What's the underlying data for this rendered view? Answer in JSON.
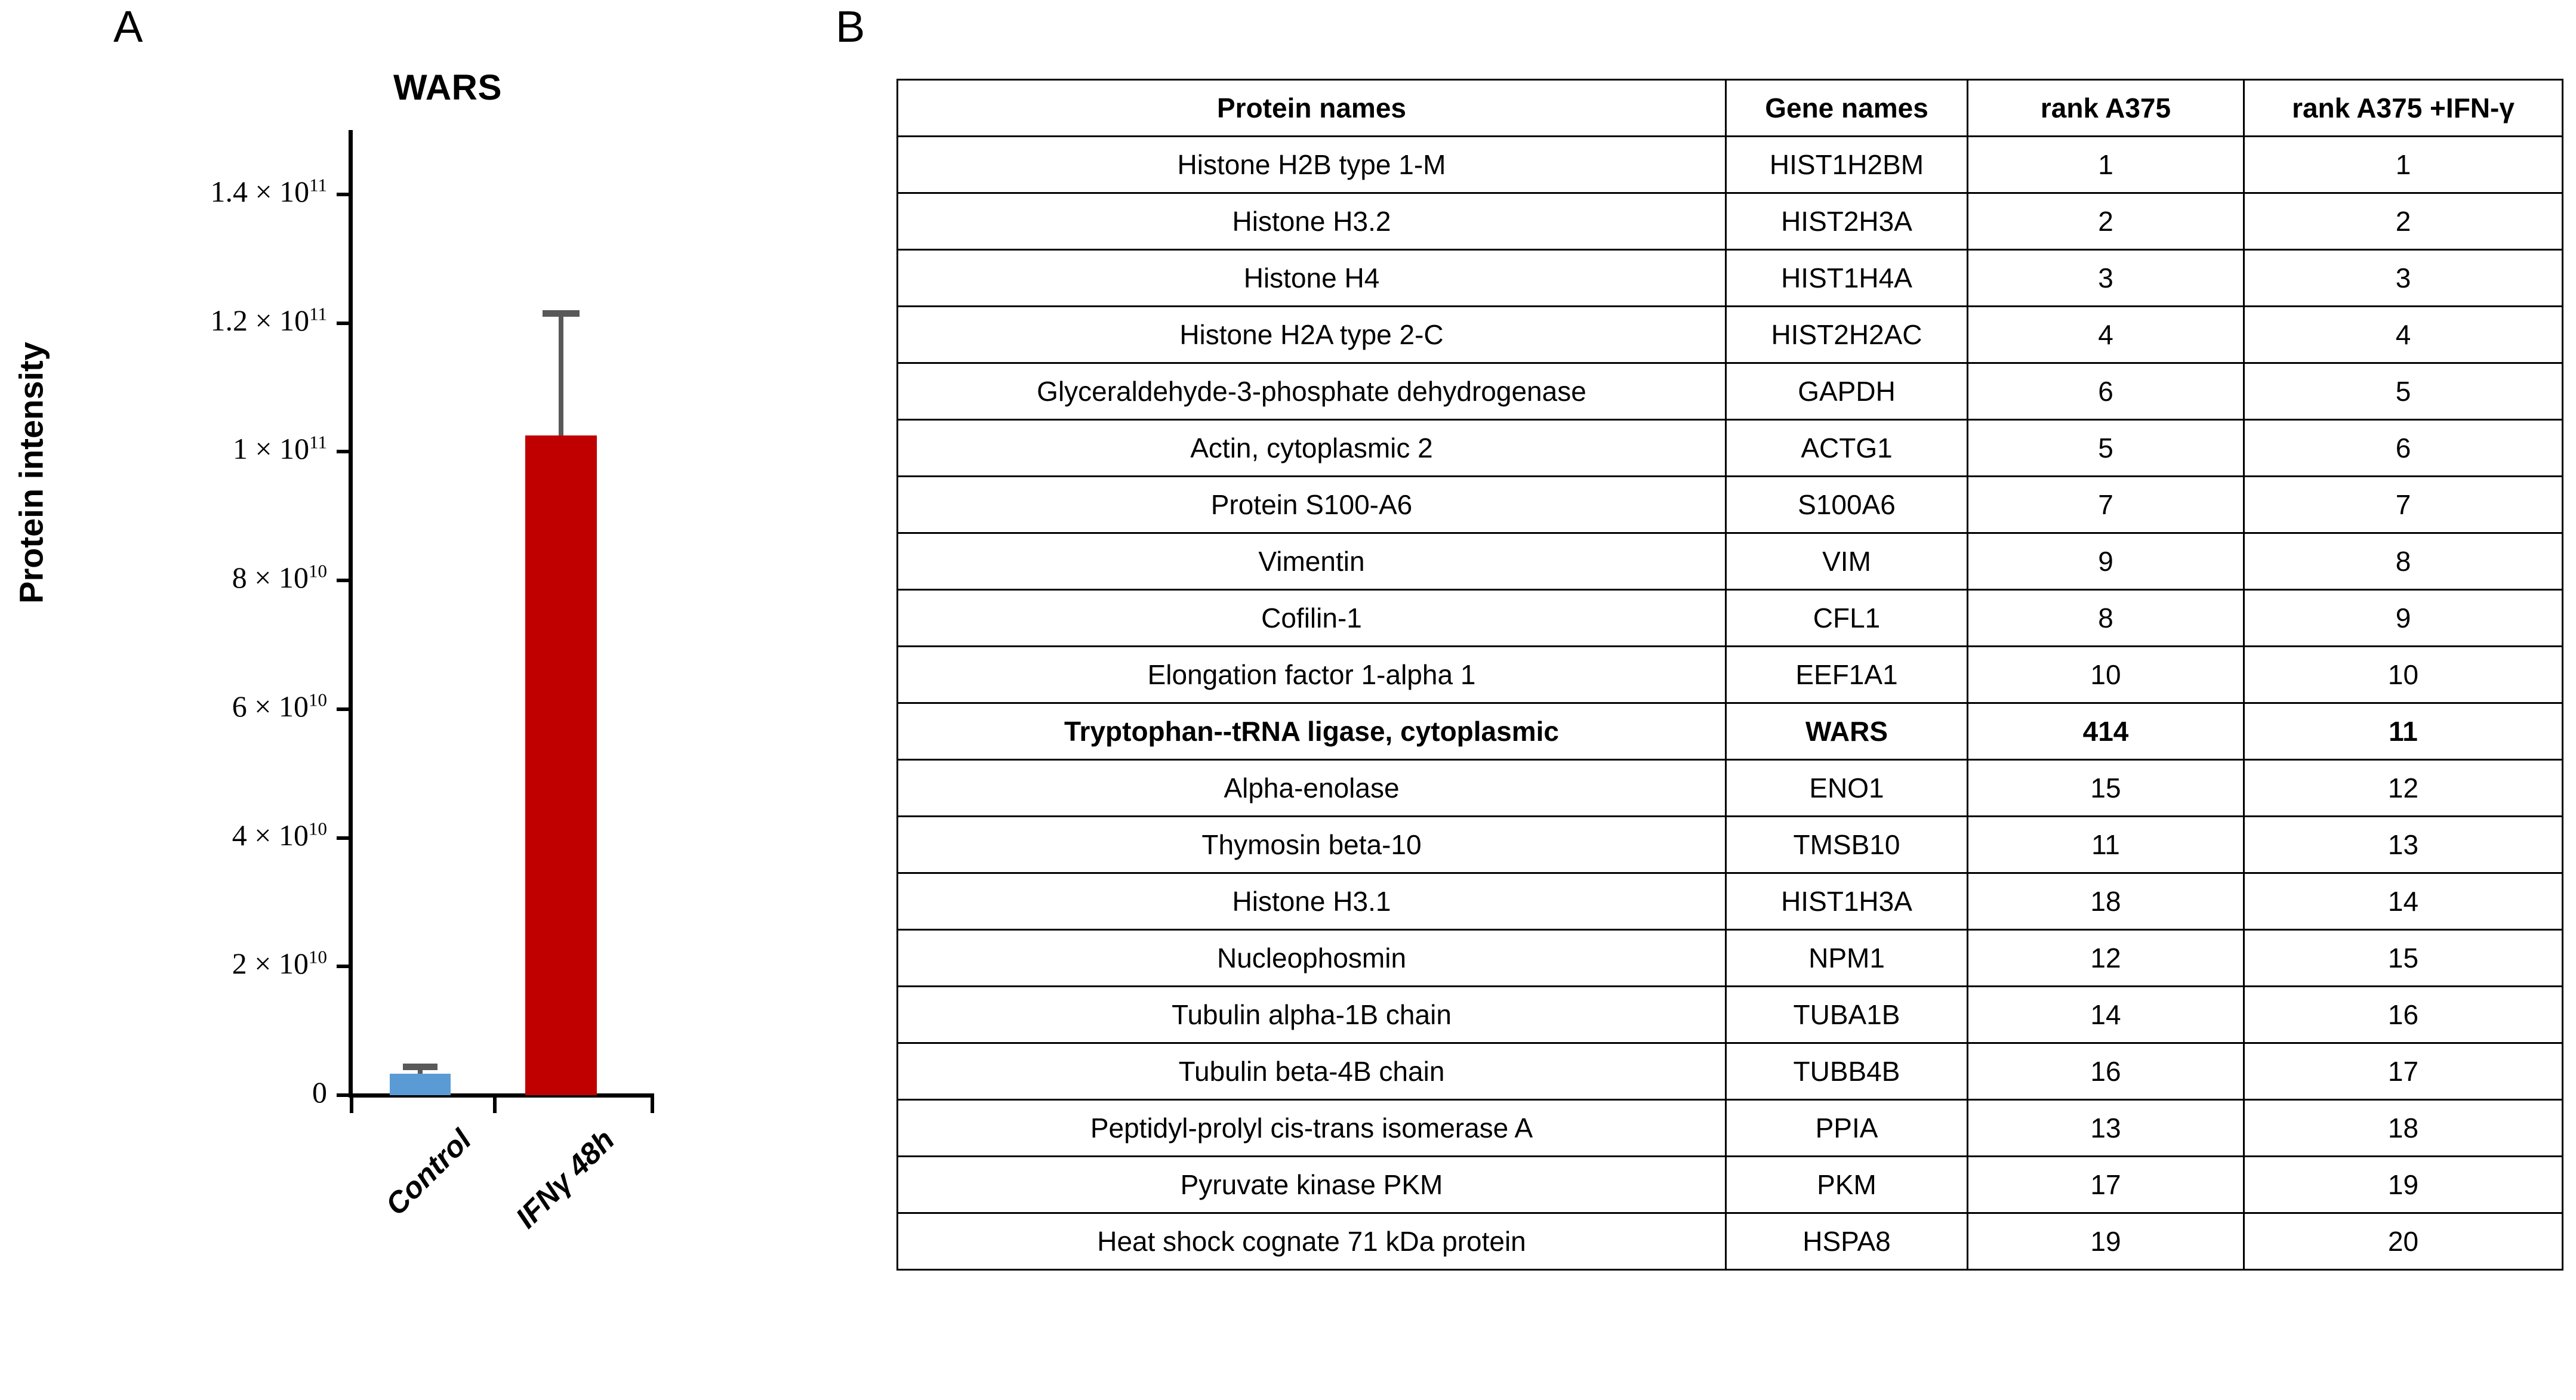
{
  "panels": {
    "a_letter": "A",
    "b_letter": "B"
  },
  "chart_data": {
    "type": "bar",
    "title": "WARS",
    "xlabel": "",
    "ylabel": "Protein intensity",
    "categories": [
      "Control",
      "IFNγ 48h"
    ],
    "values": [
      3300000000.0,
      102500000000.0
    ],
    "errors": [
      1600000000.0,
      19500000000.0
    ],
    "error_upper": [
      4900000000.0,
      122000000000.0
    ],
    "bar_colors": [
      "#5B9BD5",
      "#C00000"
    ],
    "error_color": "#595959",
    "ylim": [
      0,
      150000000000.0
    ],
    "grid": false,
    "legend": "none",
    "ytick_values": [
      0,
      20000000000.0,
      40000000000.0,
      60000000000.0,
      80000000000.0,
      100000000000.0,
      120000000000.0,
      140000000000.0
    ],
    "ytick_labels": [
      {
        "mantissa": "0",
        "sep": "",
        "base": "",
        "exp": ""
      },
      {
        "mantissa": "2",
        "sep": " × ",
        "base": "10",
        "exp": "10"
      },
      {
        "mantissa": "4",
        "sep": " × ",
        "base": "10",
        "exp": "10"
      },
      {
        "mantissa": "6",
        "sep": " × ",
        "base": "10",
        "exp": "10"
      },
      {
        "mantissa": "8",
        "sep": " × ",
        "base": "10",
        "exp": "10"
      },
      {
        "mantissa": "1",
        "sep": " × ",
        "base": "10",
        "exp": "11"
      },
      {
        "mantissa": "1.2",
        "sep": " × ",
        "base": "10",
        "exp": "11"
      },
      {
        "mantissa": "1.4",
        "sep": " × ",
        "base": "10",
        "exp": "11"
      }
    ]
  },
  "table": {
    "headers": [
      "Protein names",
      "Gene names",
      "rank A375",
      "rank A375 +IFN-γ"
    ],
    "rows": [
      {
        "protein": "Histone H2B type 1-M",
        "gene": "HIST1H2BM",
        "rank1": "1",
        "rank2": "1",
        "bold": false
      },
      {
        "protein": "Histone H3.2",
        "gene": "HIST2H3A",
        "rank1": "2",
        "rank2": "2",
        "bold": false
      },
      {
        "protein": "Histone H4",
        "gene": "HIST1H4A",
        "rank1": "3",
        "rank2": "3",
        "bold": false
      },
      {
        "protein": "Histone H2A type 2-C",
        "gene": "HIST2H2AC",
        "rank1": "4",
        "rank2": "4",
        "bold": false
      },
      {
        "protein": "Glyceraldehyde-3-phosphate dehydrogenase",
        "gene": "GAPDH",
        "rank1": "6",
        "rank2": "5",
        "bold": false
      },
      {
        "protein": "Actin, cytoplasmic 2",
        "gene": "ACTG1",
        "rank1": "5",
        "rank2": "6",
        "bold": false
      },
      {
        "protein": "Protein S100-A6",
        "gene": "S100A6",
        "rank1": "7",
        "rank2": "7",
        "bold": false
      },
      {
        "protein": "Vimentin",
        "gene": "VIM",
        "rank1": "9",
        "rank2": "8",
        "bold": false
      },
      {
        "protein": "Cofilin-1",
        "gene": "CFL1",
        "rank1": "8",
        "rank2": "9",
        "bold": false
      },
      {
        "protein": "Elongation factor 1-alpha 1",
        "gene": "EEF1A1",
        "rank1": "10",
        "rank2": "10",
        "bold": false
      },
      {
        "protein": "Tryptophan--tRNA ligase, cytoplasmic",
        "gene": "WARS",
        "rank1": "414",
        "rank2": "11",
        "bold": true
      },
      {
        "protein": "Alpha-enolase",
        "gene": "ENO1",
        "rank1": "15",
        "rank2": "12",
        "bold": false
      },
      {
        "protein": "Thymosin beta-10",
        "gene": "TMSB10",
        "rank1": "11",
        "rank2": "13",
        "bold": false
      },
      {
        "protein": "Histone H3.1",
        "gene": "HIST1H3A",
        "rank1": "18",
        "rank2": "14",
        "bold": false
      },
      {
        "protein": "Nucleophosmin",
        "gene": "NPM1",
        "rank1": "12",
        "rank2": "15",
        "bold": false
      },
      {
        "protein": "Tubulin alpha-1B chain",
        "gene": "TUBA1B",
        "rank1": "14",
        "rank2": "16",
        "bold": false
      },
      {
        "protein": "Tubulin beta-4B chain",
        "gene": "TUBB4B",
        "rank1": "16",
        "rank2": "17",
        "bold": false
      },
      {
        "protein": "Peptidyl-prolyl cis-trans isomerase A",
        "gene": "PPIA",
        "rank1": "13",
        "rank2": "18",
        "bold": false
      },
      {
        "protein": "Pyruvate kinase PKM",
        "gene": "PKM",
        "rank1": "17",
        "rank2": "19",
        "bold": false
      },
      {
        "protein": "Heat shock cognate 71 kDa protein",
        "gene": "HSPA8",
        "rank1": "19",
        "rank2": "20",
        "bold": false
      }
    ]
  }
}
